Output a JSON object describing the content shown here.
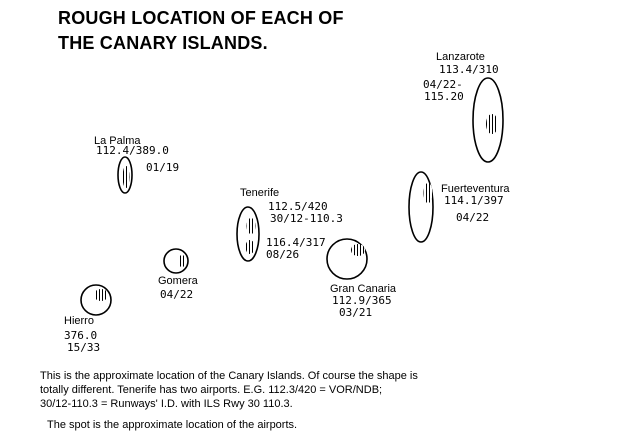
{
  "title_line1": "ROUGH LOCATION OF EACH OF",
  "title_line2": "THE CANARY ISLANDS.",
  "colors": {
    "ink": "#000000",
    "paper": "#ffffff"
  },
  "islands": {
    "la_palma": {
      "name": "La Palma",
      "vor": "112.4/389.0",
      "rwy": "01/19"
    },
    "hierro": {
      "name": "Hierro",
      "ndb": "376.0",
      "rwy": "15/33"
    },
    "gomera": {
      "name": "Gomera",
      "rwy": "04/22"
    },
    "tenerife": {
      "name": "Tenerife",
      "north_vor": "112.5/420",
      "north_rwy": "30/12-110.3",
      "south_vor": "116.4/317",
      "south_rwy": "08/26"
    },
    "gran_canaria": {
      "name": "Gran Canaria",
      "vor": "112.9/365",
      "rwy": "03/21"
    },
    "fuerteventura": {
      "name": "Fuerteventura",
      "vor": "114.1/397",
      "rwy": "04/22"
    },
    "lanzarote": {
      "name": "Lanzarote",
      "vor": "113.4/310",
      "rwy_a": "04/22-",
      "rwy_b": "115.20"
    }
  },
  "notes": {
    "line1": "This is the approximate location of the Canary Islands.  Of course the shape is",
    "line2": "totally different.  Tenerife has two airports.  E.G. 112.3/420 = VOR/NDB;",
    "line3": "30/12-110.3 = Runways' I.D. with ILS Rwy 30 110.3.",
    "line4": "The spot is the approximate location of the airports."
  }
}
